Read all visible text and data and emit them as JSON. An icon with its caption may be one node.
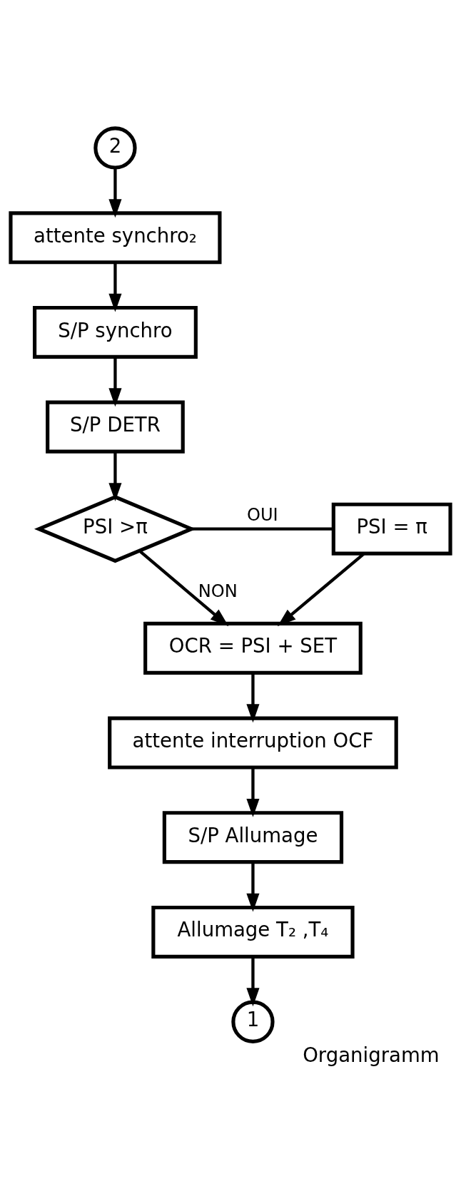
{
  "diagram": {
    "caption": "Organigramm",
    "nodes": [
      {
        "text": [
          "2"
        ]
      },
      {
        "text": [
          "attente synchro₂"
        ]
      },
      {
        "text": [
          "S/P synchro"
        ]
      },
      {
        "text": [
          "S/P DETR"
        ]
      },
      {
        "text": [
          "PSI >π"
        ]
      },
      {
        "text": [
          "PSI = π"
        ]
      },
      {
        "text": [
          "OCR = PSI + SET"
        ]
      },
      {
        "text": [
          "attente interruption OCF"
        ]
      },
      {
        "text": [
          "S/P Allumage"
        ]
      },
      {
        "text": [
          "Allumage T₂ ,T₄"
        ]
      },
      {
        "text": [
          "1"
        ]
      }
    ],
    "edges": [
      {
        "from": 0,
        "to": 1,
        "arrow": "to"
      },
      {
        "from": 1,
        "to": 2,
        "arrow": "to"
      },
      {
        "from": 2,
        "to": 3,
        "arrow": "to"
      },
      {
        "from": 3,
        "to": 4,
        "arrow": "to"
      },
      {
        "from": 4,
        "to": 5,
        "label": "OUI",
        "arrow": "none"
      },
      {
        "from": 4,
        "to": 6,
        "label": "NON",
        "arrow": "to"
      },
      {
        "from": 5,
        "to": 6,
        "arrow": "to"
      },
      {
        "from": 6,
        "to": 7,
        "arrow": "to"
      },
      {
        "from": 7,
        "to": 8,
        "arrow": "to"
      },
      {
        "from": 8,
        "to": 9,
        "arrow": "to"
      },
      {
        "from": 9,
        "to": 10,
        "arrow": "to"
      }
    ]
  }
}
